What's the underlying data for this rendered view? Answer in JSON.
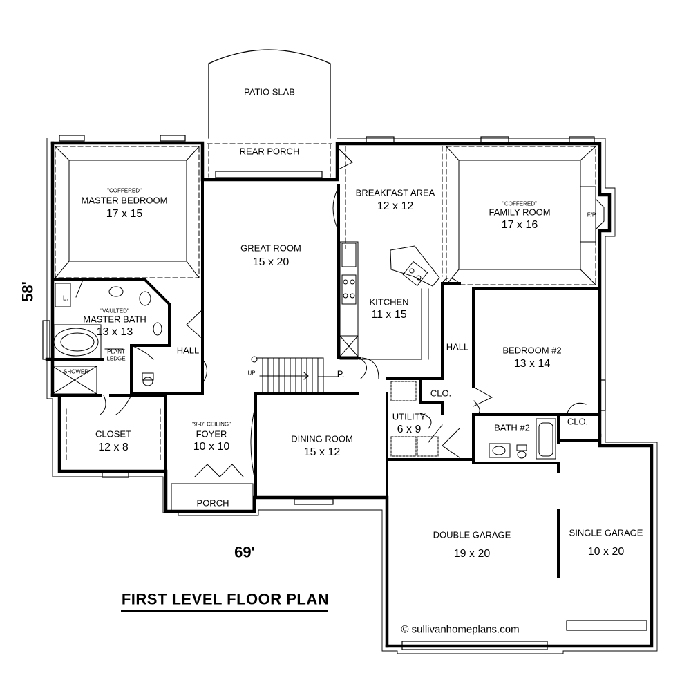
{
  "plan": {
    "title": "FIRST LEVEL FLOOR PLAN",
    "depth": "58'",
    "width": "69'",
    "copyright": "© sullivanhomeplans.com"
  },
  "rooms": {
    "patio": {
      "name": "PATIO SLAB"
    },
    "rear_porch": {
      "name": "REAR PORCH"
    },
    "master_bedroom": {
      "note": "\"COFFERED\"",
      "name": "MASTER BEDROOM",
      "size": "17 x 15"
    },
    "great_room": {
      "name": "GREAT ROOM",
      "size": "15 x 20"
    },
    "breakfast": {
      "name": "BREAKFAST AREA",
      "size": "12 x 12"
    },
    "family_room": {
      "note": "\"COFFERED\"",
      "name": "FAMILY ROOM",
      "size": "17 x 16"
    },
    "fireplace": {
      "name": "F/P"
    },
    "master_bath": {
      "note": "\"VAULTED\"",
      "name": "MASTER BATH",
      "size": "13 x 13"
    },
    "linen": {
      "name": "L."
    },
    "plant_ledge": {
      "line1": "PLANT",
      "line2": "LEDGE"
    },
    "shower": {
      "name": "SHOWER"
    },
    "kitchen": {
      "name": "KITCHEN",
      "size": "11 x 15"
    },
    "hall_left": {
      "name": "HALL"
    },
    "hall_right": {
      "name": "HALL"
    },
    "bedroom2": {
      "name": "BEDROOM #2",
      "size": "13 x 14"
    },
    "pantry": {
      "name": "P."
    },
    "stair_up": {
      "name": "UP"
    },
    "closet_utility": {
      "name": "CLO."
    },
    "closet_bed2": {
      "name": "CLO."
    },
    "utility": {
      "name": "UTILITY",
      "size": "6 x 9"
    },
    "bath2": {
      "name": "BATH #2"
    },
    "closet": {
      "name": "CLOSET",
      "size": "12 x 8"
    },
    "foyer": {
      "note": "\"9'-0\" CEILING\"",
      "name": "FOYER",
      "size": "10 x 10"
    },
    "dining": {
      "name": "DINING ROOM",
      "size": "15 x 12"
    },
    "porch": {
      "name": "PORCH"
    },
    "double_garage": {
      "name": "DOUBLE GARAGE",
      "size": "19 x 20"
    },
    "single_garage": {
      "name": "SINGLE GARAGE",
      "size": "10 x 20"
    }
  }
}
